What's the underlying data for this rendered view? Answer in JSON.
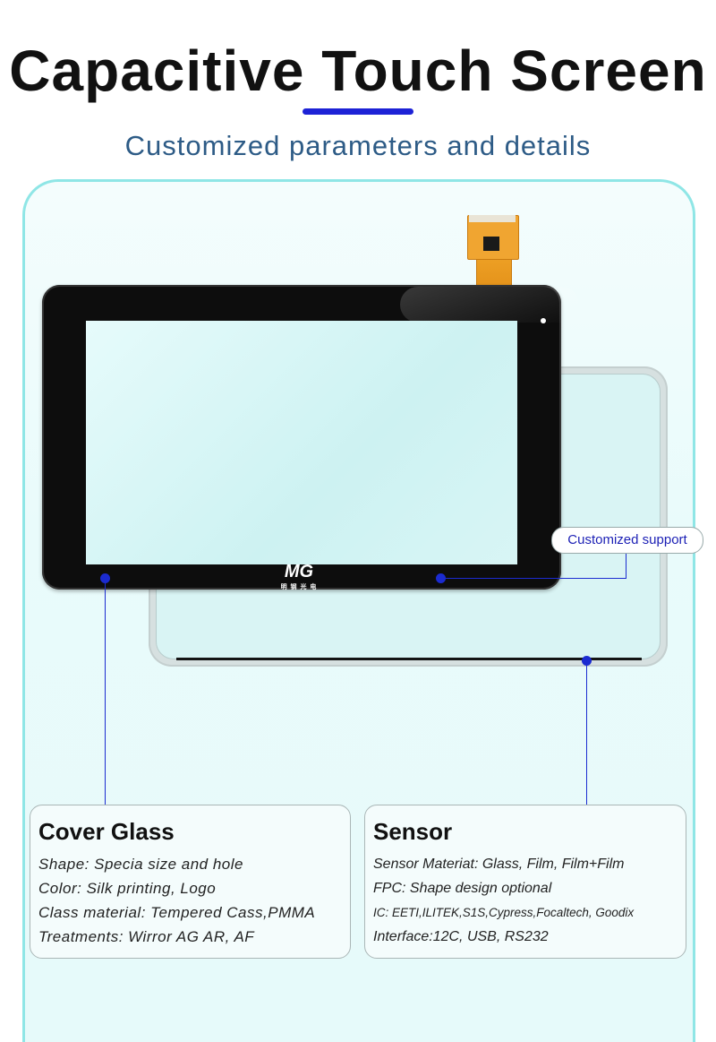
{
  "header": {
    "title": "Capacitive Touch Screen",
    "subtitle": "Customized parameters and details"
  },
  "product": {
    "logo_text": "MG",
    "logo_subtext": "明 钢 光 电",
    "callout": "Customized support"
  },
  "cover_glass": {
    "title": "Cover Glass",
    "lines": [
      "Shape: Specia size and hole",
      "Color: Silk printing, Logo",
      "Class material: Tempered Cass,PMMA",
      "Treatments: Wirror AG AR, AF"
    ]
  },
  "sensor": {
    "title": "Sensor",
    "lines": [
      "Sensor Materiat: Glass, Film, Film+Film",
      "FPC: Shape design optional",
      "IC: EETI,ILITEK,S1S,Cypress,Focaltech, Goodix",
      "Interface:12C, USB, RS232"
    ]
  },
  "colors": {
    "accent": "#1d22d6",
    "subtitle": "#2d5b86",
    "panel_border": "#8fe6e6",
    "callout_text": "#1b1fb5"
  }
}
